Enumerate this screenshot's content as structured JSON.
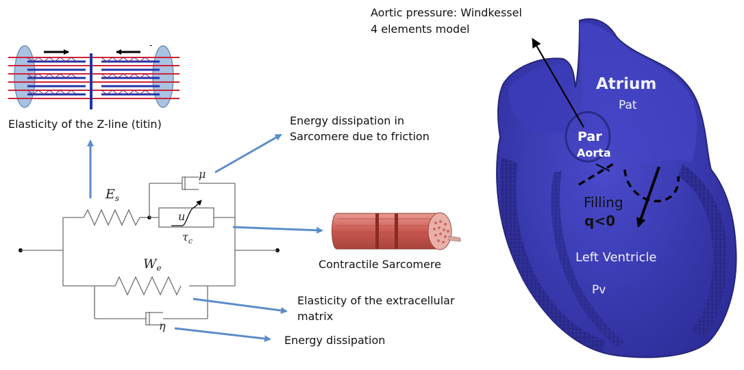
{
  "labels": {
    "zline": "Elasticity of the Z-line (titin)",
    "friction_line1": "Energy dissipation in",
    "friction_line2": "Sarcomere due to friction",
    "contractile": "Contractile Sarcomere",
    "ecm_line1": "Elasticity of the extracellular",
    "ecm_line2": "matrix",
    "dissipation": "Energy dissipation",
    "windkessel_line1": "Aortic pressure: Windkessel",
    "windkessel_line2": "4 elements model"
  },
  "circuit": {
    "Es": "E",
    "Es_sub": "s",
    "mu": "μ",
    "u": "u",
    "tau": "τ",
    "tau_sub": "c",
    "We": "W",
    "We_sub": "e",
    "eta": "η"
  },
  "heart": {
    "atrium": "Atrium",
    "pat": "Pat",
    "par": "Par",
    "aorta": "Aorta",
    "filling": "Filling",
    "q": "q<0",
    "lv": "Left Ventricle",
    "pv": "Pv"
  },
  "colors": {
    "arrow_blue": "#5b8cc8",
    "heart_fill": "#3a3ab0",
    "heart_dark": "#2a2a8a",
    "muscle_red": "#c85a55",
    "titin_red": "#cc2233",
    "titin_blue": "#2233aa"
  }
}
